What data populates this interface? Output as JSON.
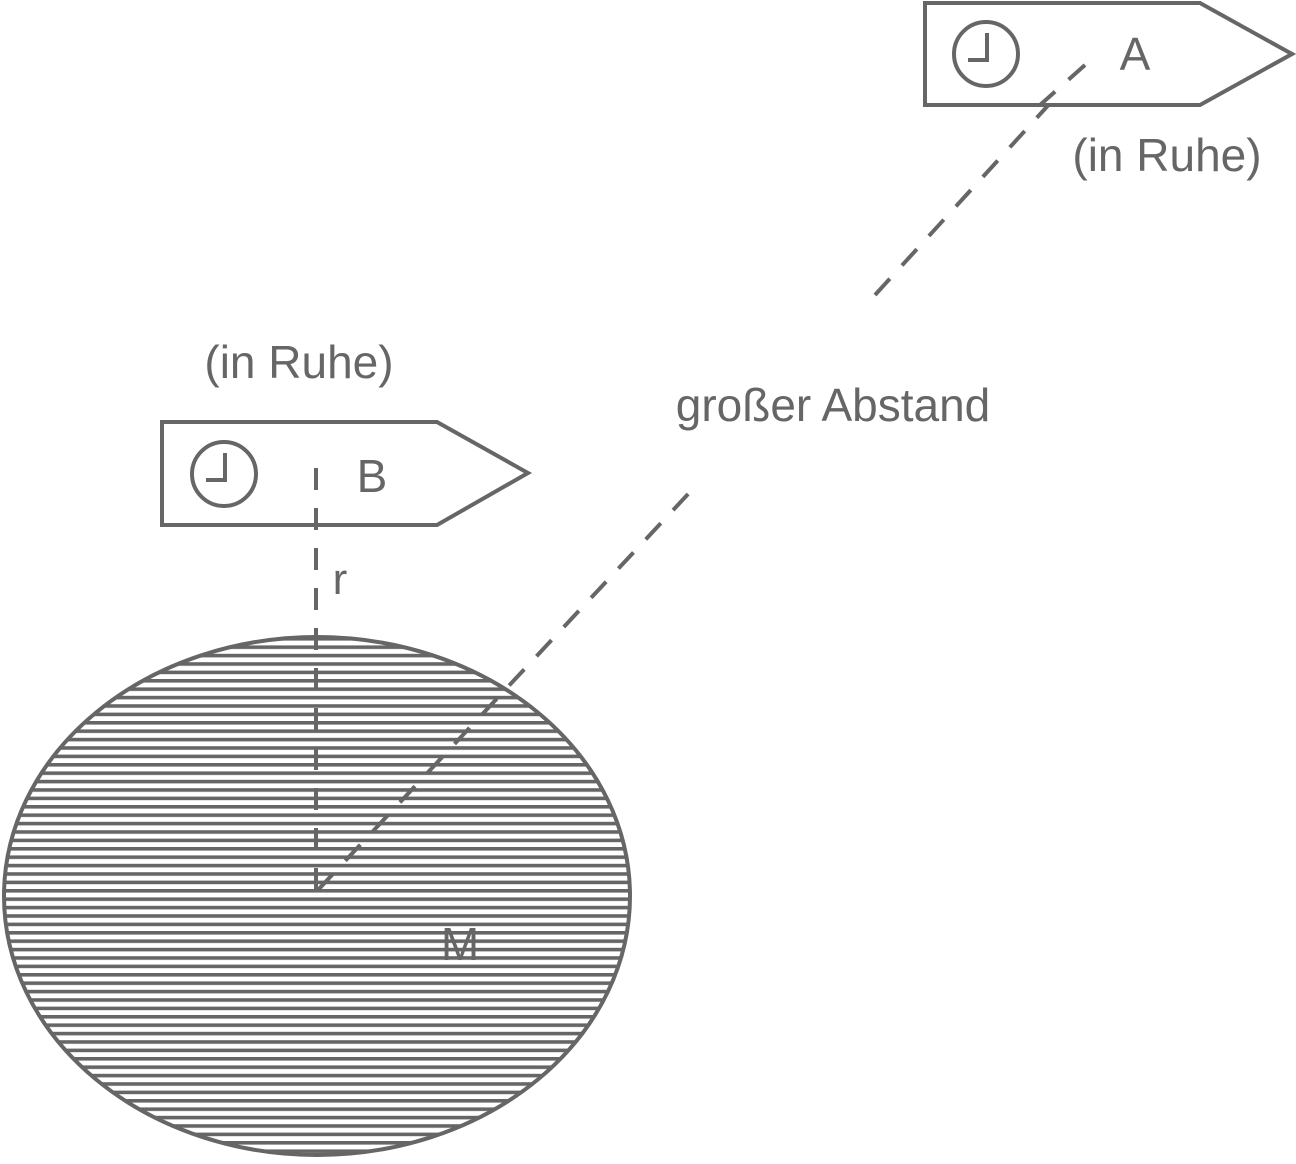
{
  "colors": {
    "stroke": "#666666",
    "background": "#ffffff"
  },
  "clock_a": {
    "label": "A",
    "status": "(in Ruhe)",
    "icon": "clock-icon"
  },
  "clock_b": {
    "label": "B",
    "status": "(in Ruhe)",
    "icon": "clock-icon"
  },
  "mass": {
    "label": "M"
  },
  "radius": {
    "label": "r"
  },
  "distance": {
    "label": "großer Abstand"
  }
}
